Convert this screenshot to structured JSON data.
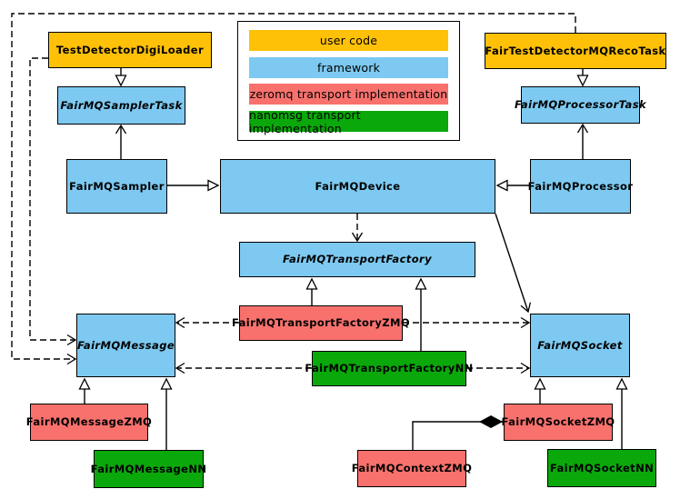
{
  "colors": {
    "user_code": "#ffc107",
    "framework": "#7dc9f1",
    "zeromq": "#f8716d",
    "nanomsg": "#0ba80b"
  },
  "legend": {
    "items": [
      {
        "label": "user code",
        "color": "#ffc107"
      },
      {
        "label": "framework",
        "color": "#7dc9f1"
      },
      {
        "label": "zeromq transport implementation",
        "color": "#f8716d"
      },
      {
        "label": "nanomsg transport implementation",
        "color": "#0ba80b"
      }
    ]
  },
  "nodes": {
    "test_detector_digi_loader": {
      "label": "TestDetectorDigiLoader",
      "category": "user code"
    },
    "fair_test_detector_mq_reco_task": {
      "label": "FairTestDetectorMQRecoTask",
      "category": "user code"
    },
    "fairmq_sampler_task": {
      "label": "FairMQSamplerTask",
      "category": "framework",
      "abstract": true
    },
    "fairmq_processor_task": {
      "label": "FairMQProcessorTask",
      "category": "framework",
      "abstract": true
    },
    "fairmq_sampler": {
      "label": "FairMQSampler",
      "category": "framework"
    },
    "fairmq_device": {
      "label": "FairMQDevice",
      "category": "framework"
    },
    "fairmq_processor": {
      "label": "FairMQProcessor",
      "category": "framework"
    },
    "fairmq_transport_factory": {
      "label": "FairMQTransportFactory",
      "category": "framework",
      "abstract": true
    },
    "fairmq_transport_factory_zmq": {
      "label": "FairMQTransportFactoryZMQ",
      "category": "zeromq transport implementation"
    },
    "fairmq_transport_factory_nn": {
      "label": "FairMQTransportFactoryNN",
      "category": "nanomsg transport implementation"
    },
    "fairmq_message": {
      "label": "FairMQMessage",
      "category": "framework",
      "abstract": true
    },
    "fairmq_socket": {
      "label": "FairMQSocket",
      "category": "framework",
      "abstract": true
    },
    "fairmq_message_zmq": {
      "label": "FairMQMessageZMQ",
      "category": "zeromq transport implementation"
    },
    "fairmq_message_nn": {
      "label": "FairMQMessageNN",
      "category": "nanomsg transport implementation"
    },
    "fairmq_context_zmq": {
      "label": "FairMQContextZMQ",
      "category": "zeromq transport implementation"
    },
    "fairmq_socket_zmq": {
      "label": "FairMQSocketZMQ",
      "category": "zeromq transport implementation"
    },
    "fairmq_socket_nn": {
      "label": "FairMQSocketNN",
      "category": "nanomsg transport implementation"
    }
  },
  "edges": [
    {
      "from": "TestDetectorDigiLoader",
      "to": "FairMQSamplerTask",
      "type": "inheritance"
    },
    {
      "from": "FairTestDetectorMQRecoTask",
      "to": "FairMQProcessorTask",
      "type": "inheritance"
    },
    {
      "from": "FairMQSampler",
      "to": "FairMQDevice",
      "type": "inheritance"
    },
    {
      "from": "FairMQProcessor",
      "to": "FairMQDevice",
      "type": "inheritance"
    },
    {
      "from": "FairMQTransportFactoryZMQ",
      "to": "FairMQTransportFactory",
      "type": "inheritance"
    },
    {
      "from": "FairMQTransportFactoryNN",
      "to": "FairMQTransportFactory",
      "type": "inheritance"
    },
    {
      "from": "FairMQMessageZMQ",
      "to": "FairMQMessage",
      "type": "inheritance"
    },
    {
      "from": "FairMQMessageNN",
      "to": "FairMQMessage",
      "type": "inheritance"
    },
    {
      "from": "FairMQSocketZMQ",
      "to": "FairMQSocket",
      "type": "inheritance"
    },
    {
      "from": "FairMQSocketNN",
      "to": "FairMQSocket",
      "type": "inheritance"
    },
    {
      "from": "FairMQSampler",
      "to": "FairMQSamplerTask",
      "type": "association"
    },
    {
      "from": "FairMQProcessor",
      "to": "FairMQProcessorTask",
      "type": "association"
    },
    {
      "from": "FairMQDevice",
      "to": "FairMQSocket",
      "type": "association"
    },
    {
      "from": "FairMQDevice",
      "to": "FairMQTransportFactory",
      "type": "dependency"
    },
    {
      "from": "FairTestDetectorMQRecoTask",
      "to": "FairMQMessage",
      "type": "dependency"
    },
    {
      "from": "TestDetectorDigiLoader",
      "to": "FairMQMessage",
      "type": "dependency"
    },
    {
      "from": "FairMQTransportFactoryZMQ",
      "to": "FairMQMessage",
      "type": "dependency"
    },
    {
      "from": "FairMQTransportFactoryZMQ",
      "to": "FairMQSocket",
      "type": "dependency"
    },
    {
      "from": "FairMQTransportFactoryNN",
      "to": "FairMQMessage",
      "type": "dependency"
    },
    {
      "from": "FairMQTransportFactoryNN",
      "to": "FairMQSocket",
      "type": "dependency"
    },
    {
      "from": "FairMQContextZMQ",
      "to": "FairMQSocketZMQ",
      "type": "composition"
    }
  ]
}
